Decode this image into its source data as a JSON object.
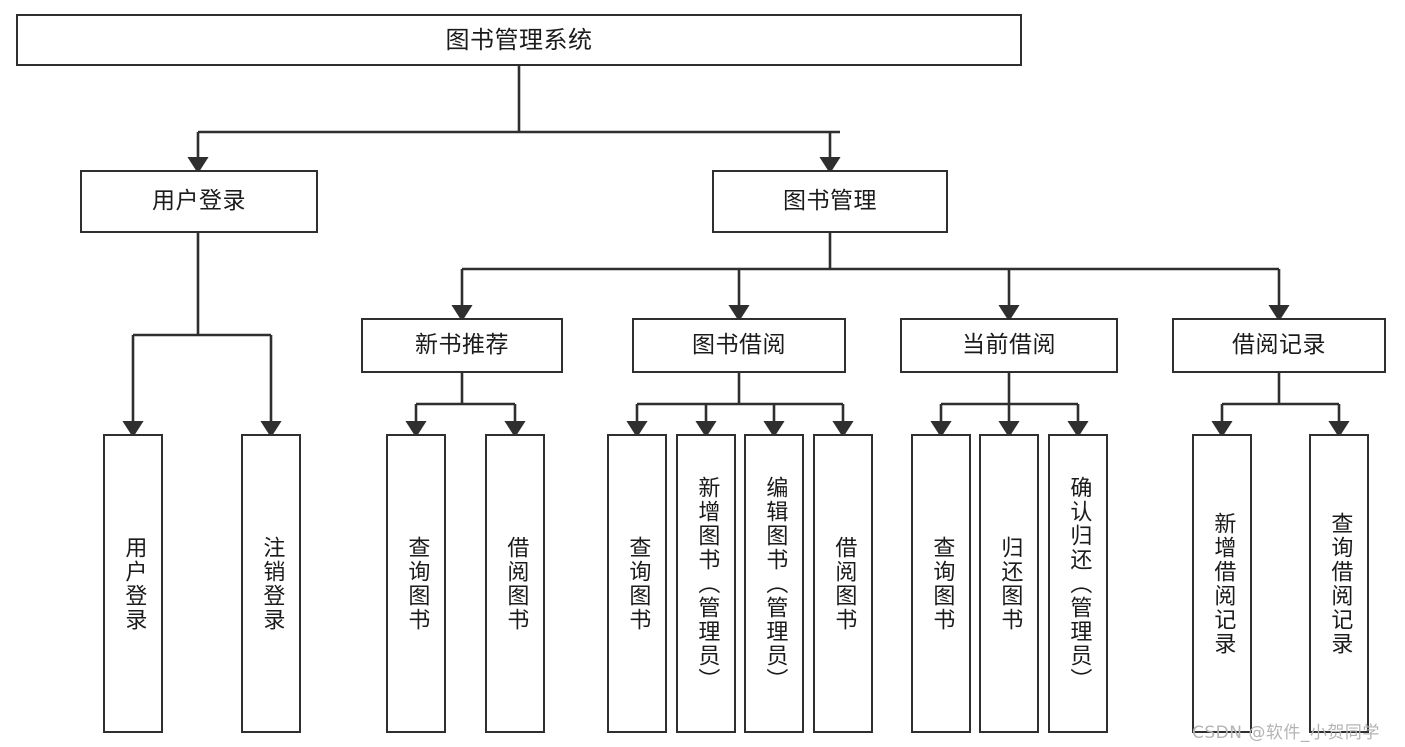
{
  "diagram": {
    "title": "图书管理系统",
    "type": "function-structure-tree",
    "orientation": "top-down",
    "colors": {
      "box_border": "#2f2f2f",
      "box_fill": "#ffffff",
      "edge": "#2f2f2f",
      "text": "#1b1b1b",
      "watermark": "#b4b4b4",
      "background": "#ffffff"
    },
    "nodes": {
      "root": {
        "label": "图书管理系统"
      },
      "level1": [
        {
          "id": "user-login",
          "label": "用户登录"
        },
        {
          "id": "book-manage",
          "label": "图书管理"
        }
      ],
      "level2": [
        {
          "id": "new-book-recommend",
          "label": "新书推荐"
        },
        {
          "id": "book-borrow",
          "label": "图书借阅"
        },
        {
          "id": "current-borrow",
          "label": "当前借阅"
        },
        {
          "id": "borrow-record",
          "label": "借阅记录"
        }
      ],
      "leaves": {
        "user-login": [
          {
            "id": "leaf-user-login",
            "label": "用户登录"
          },
          {
            "id": "leaf-user-logout",
            "label": "注销登录"
          }
        ],
        "new-book-recommend": [
          {
            "id": "leaf-query-book-1",
            "label": "查询图书"
          },
          {
            "id": "leaf-borrow-book-1",
            "label": "借阅图书"
          }
        ],
        "book-borrow": [
          {
            "id": "leaf-query-book-2",
            "label": "查询图书"
          },
          {
            "id": "leaf-add-book",
            "label": "新增图书（管理员）"
          },
          {
            "id": "leaf-edit-book",
            "label": "编辑图书（管理员）"
          },
          {
            "id": "leaf-borrow-book-2",
            "label": "借阅图书"
          }
        ],
        "current-borrow": [
          {
            "id": "leaf-query-book-3",
            "label": "查询图书"
          },
          {
            "id": "leaf-return-book",
            "label": "归还图书"
          },
          {
            "id": "leaf-confirm-return",
            "label": "确认归还（管理员）"
          }
        ],
        "borrow-record": [
          {
            "id": "leaf-add-record",
            "label": "新增借阅记录"
          },
          {
            "id": "leaf-query-record",
            "label": "查询借阅记录"
          }
        ]
      }
    },
    "watermark": "CSDN @软件_小贺同学"
  }
}
